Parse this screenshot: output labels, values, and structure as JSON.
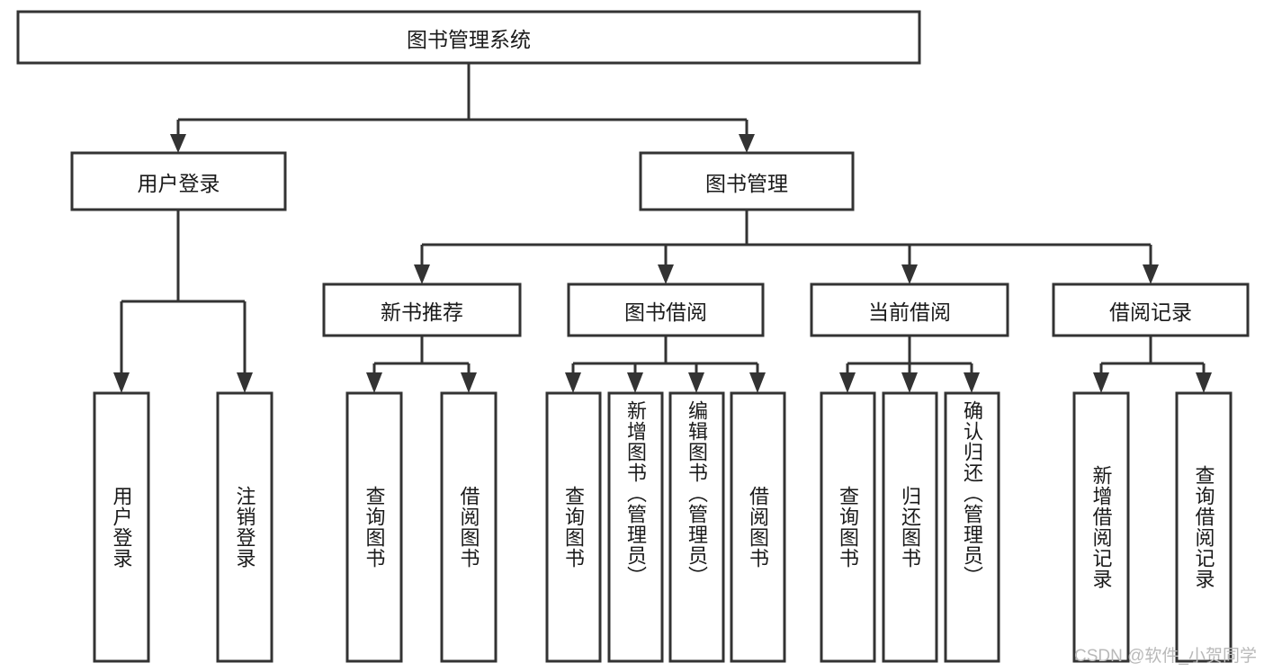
{
  "diagram": {
    "type": "tree",
    "title": "图书管理系统",
    "root": {
      "label": "图书管理系统"
    },
    "level2": [
      {
        "label": "用户登录"
      },
      {
        "label": "图书管理"
      }
    ],
    "level3": [
      {
        "label": "新书推荐",
        "parent": "图书管理"
      },
      {
        "label": "图书借阅",
        "parent": "图书管理"
      },
      {
        "label": "当前借阅",
        "parent": "图书管理"
      },
      {
        "label": "借阅记录",
        "parent": "图书管理"
      }
    ],
    "leaves": {
      "user_login": [
        {
          "label": "用户登录"
        },
        {
          "label": "注销登录"
        }
      ],
      "new_book_recommend": [
        {
          "label": "查询图书"
        },
        {
          "label": "借阅图书"
        }
      ],
      "book_borrow": [
        {
          "label": "查询图书"
        },
        {
          "label": "新增图书（管理员）"
        },
        {
          "label": "编辑图书（管理员）"
        },
        {
          "label": "借阅图书"
        }
      ],
      "current_borrow": [
        {
          "label": "查询图书"
        },
        {
          "label": "归还图书"
        },
        {
          "label": "确认归还（管理员）"
        }
      ],
      "borrow_record": [
        {
          "label": "新增借阅记录"
        },
        {
          "label": "查询借阅记录"
        }
      ]
    }
  },
  "watermark": {
    "text": "CSDN @软件_小贺同学"
  },
  "colors": {
    "background": "#ffffff",
    "box_fill": "#ffffff",
    "box_stroke": "#333333",
    "text": "#1a1a1a",
    "watermark": "#b9b9b9"
  }
}
